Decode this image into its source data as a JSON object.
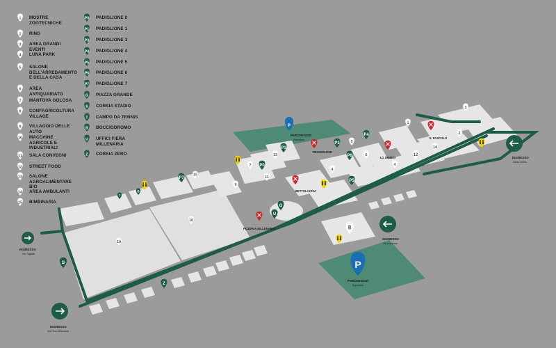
{
  "legend_numbered": [
    {
      "num": "1",
      "label": "MOSTRE ZOOTECNICHE"
    },
    {
      "num": "2",
      "label": "RING"
    },
    {
      "num": "3",
      "label": "AREA GRANDI EVENTI"
    },
    {
      "num": "4",
      "label": "LUNA PARK"
    },
    {
      "num": "5",
      "label": "SALONE DELL'ARREDAMENTO E DELLA CASA"
    },
    {
      "num": "6",
      "label": "AREA ANTIQUARIATO"
    },
    {
      "num": "7",
      "label": "MANTOVA GOLOSA"
    },
    {
      "num": "8",
      "label": "CONFAGRICOLTURA VILLAGE"
    },
    {
      "num": "9",
      "label": "VILLAGGIO DELLE AUTO"
    },
    {
      "num": "10",
      "label": "MACCHINE AGRICOLE E INDUSTRIALI"
    },
    {
      "num": "11",
      "label": "SALA CONVEGNI"
    },
    {
      "num": "12",
      "label": "STREET FOOD"
    },
    {
      "num": "13",
      "label": "SALONE AGROALIMENTARE BIO"
    },
    {
      "num": "14",
      "label": "AREA AMBULANTI"
    },
    {
      "num": "15",
      "label": "BIMBINARIA"
    }
  ],
  "legend_lettered": [
    {
      "code": "P0",
      "label": "PADIGLIONE 0"
    },
    {
      "code": "P1",
      "label": "PADIGLIONE 1"
    },
    {
      "code": "P3",
      "label": "PADIGLIONE 3"
    },
    {
      "code": "P4",
      "label": "PADIGLIONE 4"
    },
    {
      "code": "P5",
      "label": "PADIGLIONE 5"
    },
    {
      "code": "P6",
      "label": "PADIGLIONE 6"
    },
    {
      "code": "P7",
      "label": "PADIGLIONE 7"
    },
    {
      "code": "G",
      "label": "PIAZZA GRANDE"
    },
    {
      "code": "S",
      "label": "CORSIA STADIO"
    },
    {
      "code": "T",
      "label": "CAMPO DA TENNIS"
    },
    {
      "code": "B",
      "label": "BOCCIODROMO"
    },
    {
      "code": "U",
      "label": "UFFICI FIERA MILLENARIA"
    },
    {
      "code": "Z",
      "label": "CORSIA ZERO"
    }
  ],
  "parking": [
    {
      "icon": "P",
      "title": "PARCHEGGIO",
      "subtitle": "Espositori"
    },
    {
      "icon": "P",
      "title": "PARCHEGGIO",
      "subtitle": "Espositori"
    }
  ],
  "entrances": [
    {
      "title": "INGRESSO",
      "subtitle": "Via Togliatti"
    },
    {
      "title": "INGRESSO",
      "subtitle": "Via Fiera Millenaria"
    },
    {
      "title": "INGRESSO",
      "subtitle": "Ex convento"
    },
    {
      "title": "INGRESSO",
      "subtitle": "Santa Giulia"
    }
  ],
  "restaurants": [
    "REGGIOLESE",
    "LO SPIEDO",
    "IL PASCOLO",
    "BETTOLACCIA",
    "PIZZERIA MILLENARIA"
  ],
  "map_numbers": [
    "1",
    "2",
    "3",
    "4",
    "4",
    "5",
    "6",
    "7",
    "8",
    "9",
    "10",
    "10",
    "11",
    "12",
    "13",
    "14",
    "15"
  ],
  "pins": [
    "P0",
    "P1",
    "P3",
    "P4",
    "P5",
    "P6",
    "P7",
    "G",
    "S",
    "T",
    "B",
    "U",
    "Z",
    "12",
    "15"
  ],
  "colors": {
    "background": "#9b9b9b",
    "pin_green": "#1e5c48",
    "road_green": "#1e5c48",
    "parking_blue": "#1c6eb4",
    "parking_area": "#4f8a75",
    "restaurant_red": "#d0242b",
    "toilet_yellow": "#f2d500",
    "building": "#e6e6e6"
  },
  "icons": {
    "entrance": "arrow-icon",
    "toilet": "toilet-icon",
    "restaurant": "fork-knife-icon",
    "parking": "parking-icon",
    "pin": "map-pin-icon"
  }
}
